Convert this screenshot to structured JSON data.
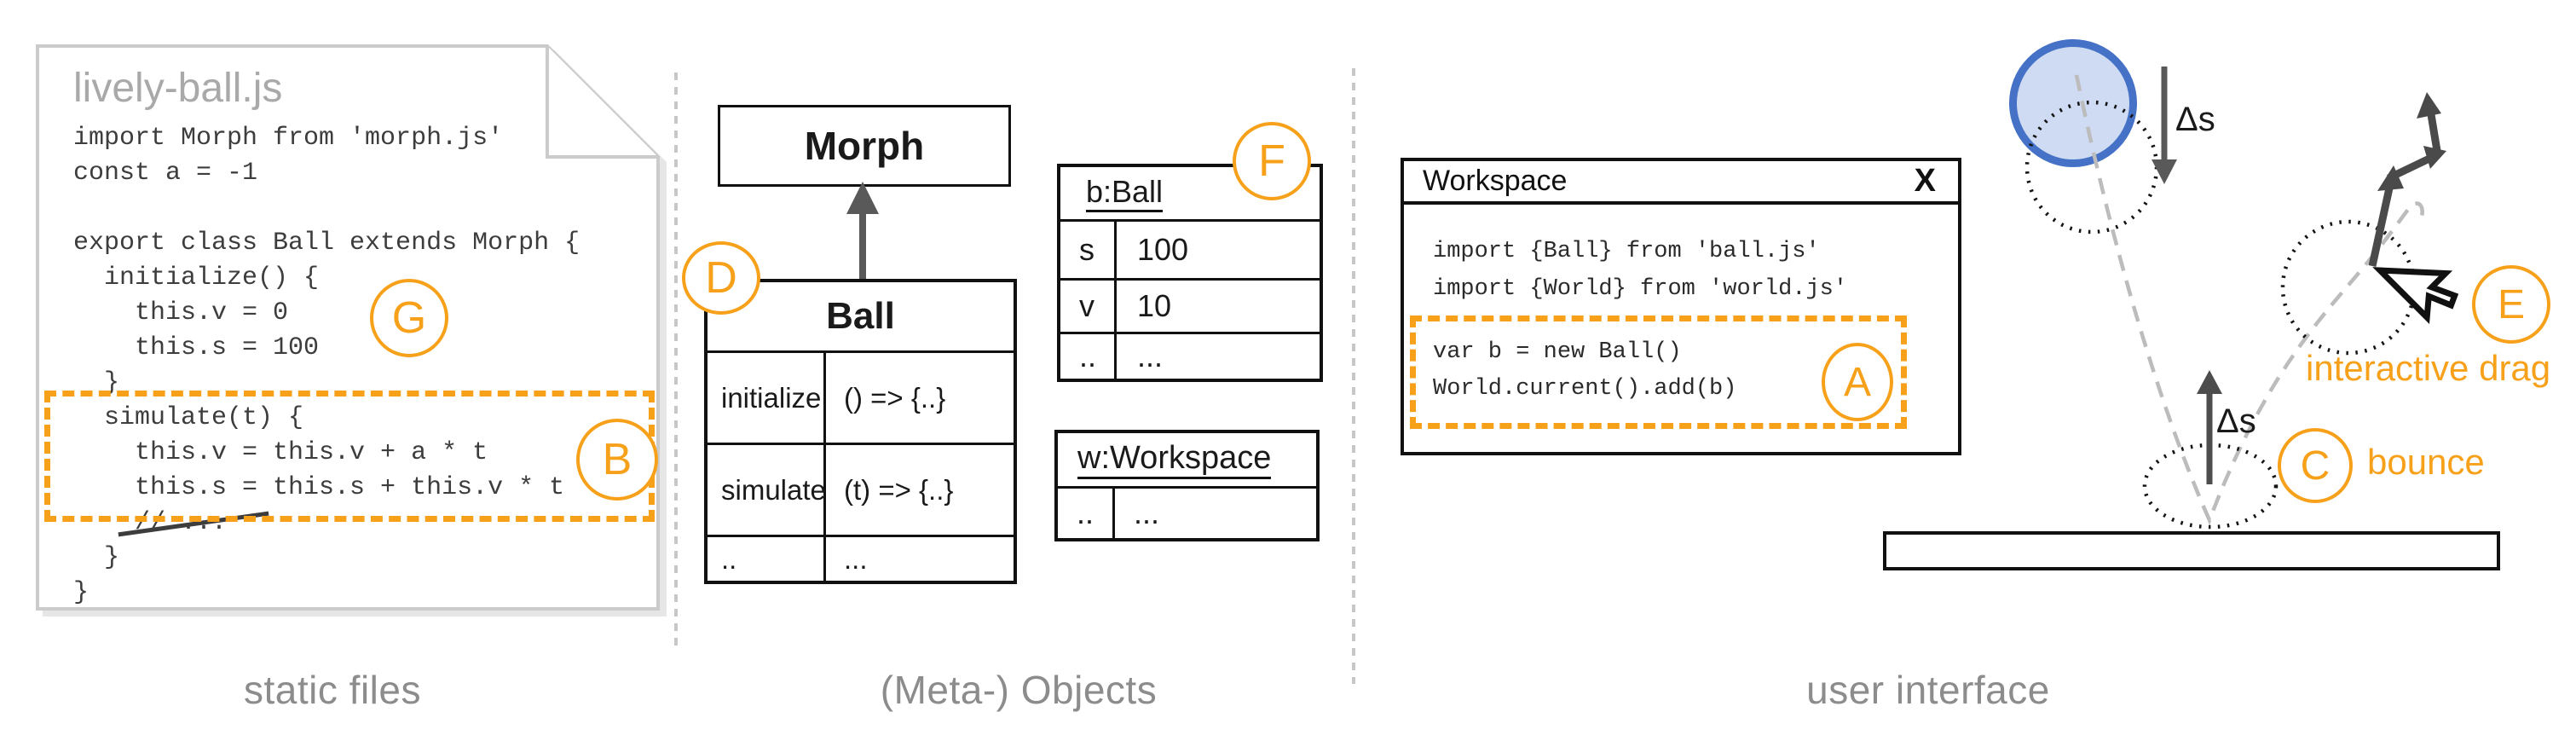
{
  "colors": {
    "accent_orange": "#f7a11b",
    "ball_fill": "#cedbf2",
    "ball_stroke": "#4572c6",
    "arrow_gray": "#595959",
    "label_gray": "#8c8c8c"
  },
  "sections": {
    "static_files": {
      "label": "static files",
      "annotation_g": "G",
      "annotation_b": "B",
      "file": {
        "title": "lively-ball.js",
        "code": [
          "import Morph from 'morph.js'",
          "const a = -1",
          "",
          "export class Ball extends Morph {",
          "  initialize() {",
          "    this.v = 0",
          "    this.s = 100",
          "  }",
          "  simulate(t) {",
          "    this.v = this.v + a * t",
          "    this.s = this.s + this.v * t",
          "    // ...",
          "  }",
          "}"
        ]
      }
    },
    "meta_objects": {
      "label": "(Meta-) Objects",
      "annotation_d": "D",
      "annotation_f": "F",
      "morph_class": {
        "title": "Morph"
      },
      "ball_class": {
        "title": "Ball",
        "rows": [
          {
            "name": "initialize",
            "value": "() => {..}"
          },
          {
            "name": "simulate",
            "value": "(t) => {..}"
          },
          {
            "name": "..",
            "value": "..."
          }
        ]
      },
      "ball_instance": {
        "title": "b:Ball",
        "rows": [
          {
            "name": "s",
            "value": "100"
          },
          {
            "name": "v",
            "value": "10"
          },
          {
            "name": "..",
            "value": "..."
          }
        ]
      },
      "workspace_instance": {
        "title": "w:Workspace",
        "rows": [
          {
            "name": "..",
            "value": "..."
          }
        ]
      }
    },
    "user_interface": {
      "label": "user interface",
      "annotation_a": "A",
      "annotation_c": "C",
      "annotation_e": "E",
      "workspace_window": {
        "title": "Workspace",
        "close_label": "X",
        "imports": [
          "import {Ball} from 'ball.js'",
          "import {World} from 'world.js'"
        ],
        "snippet": [
          "var b = new Ball()",
          "World.current().add(b)"
        ]
      },
      "physics": {
        "delta_s_down": "Δs",
        "delta_s_up": "Δs",
        "bounce_label": "bounce",
        "drag_label": "interactive drag"
      }
    }
  }
}
